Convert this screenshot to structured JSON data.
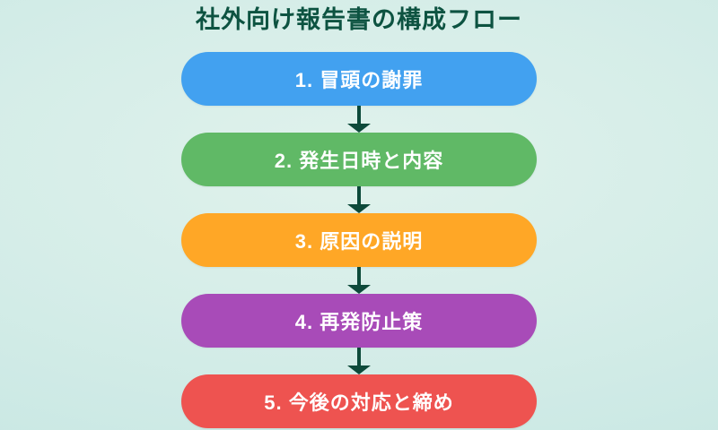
{
  "title": "社外向け報告書の構成フロー",
  "flow": {
    "step_text_color": "#FFFFFF",
    "arrow_color": "#0D4A3A",
    "steps": [
      {
        "label": "1. 冒頭の謝罪",
        "color": "#42A1F0"
      },
      {
        "label": "2. 発生日時と内容",
        "color": "#60B966"
      },
      {
        "label": "3. 原因の説明",
        "color": "#FFA726"
      },
      {
        "label": "4. 再発防止策",
        "color": "#A84BB8"
      },
      {
        "label": "5. 今後の対応と締め",
        "color": "#EE5350"
      }
    ]
  },
  "colors": {
    "title": "#0D5341",
    "background_center": "#E0F2EC",
    "background_edge": "#C5E6E2"
  }
}
